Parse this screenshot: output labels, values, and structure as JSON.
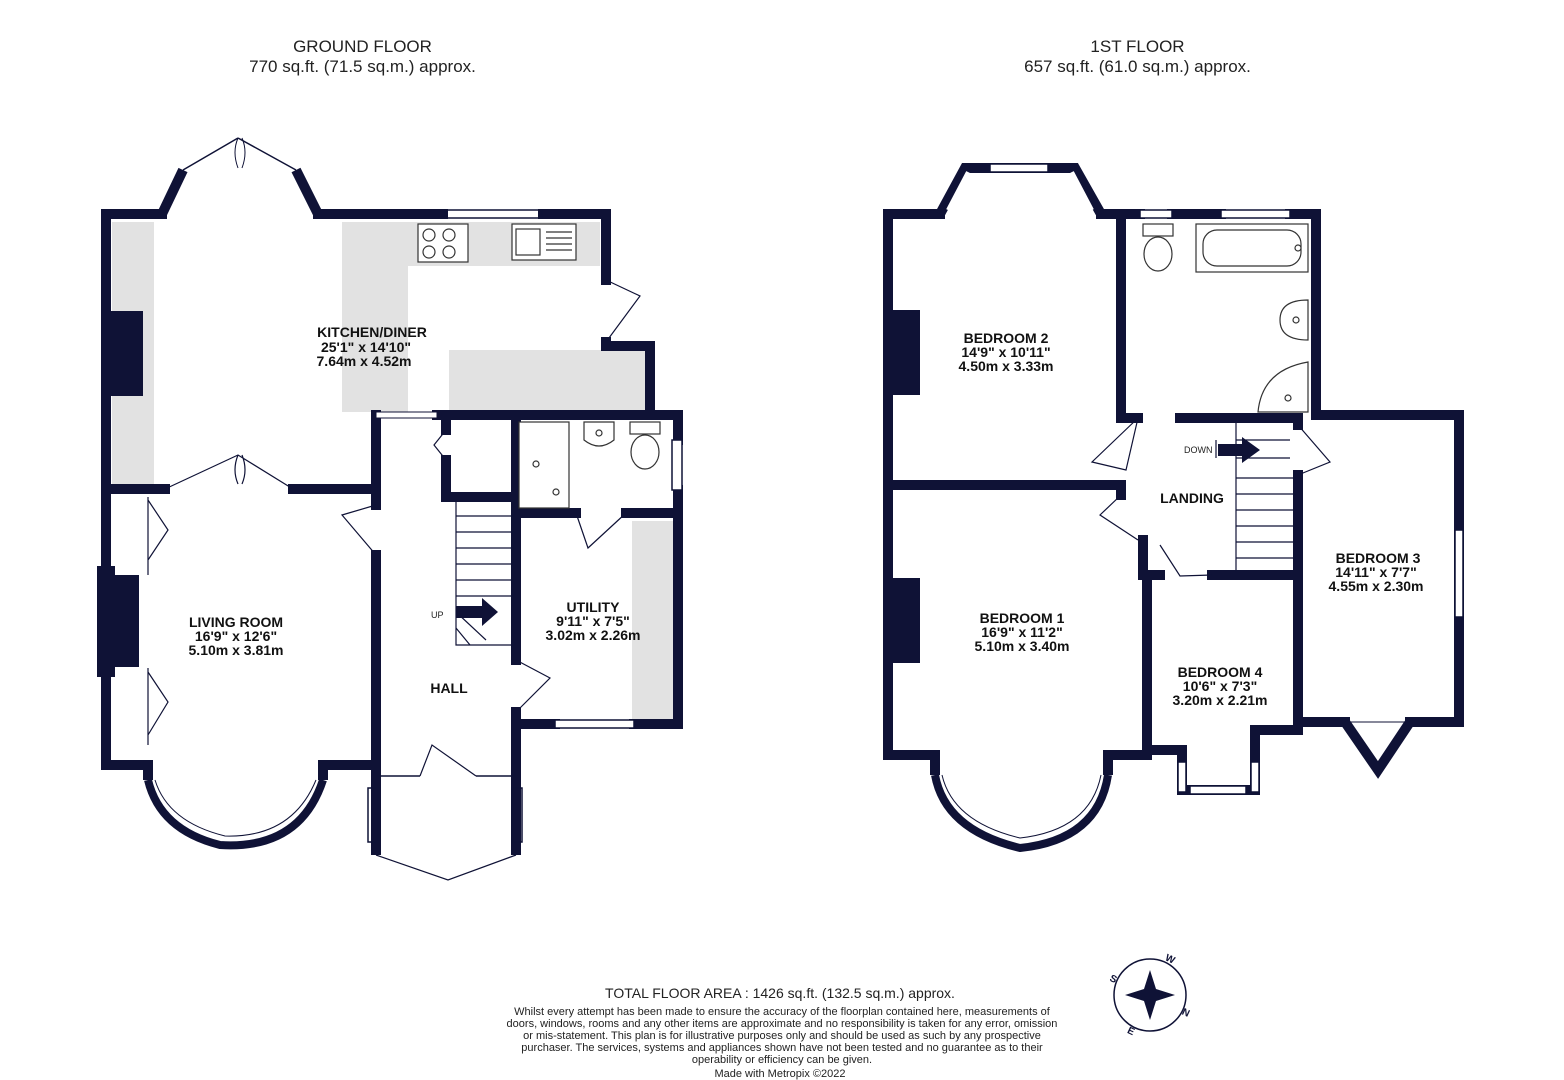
{
  "ground_floor": {
    "title": "GROUND FLOOR",
    "area": "770 sq.ft. (71.5 sq.m.) approx.",
    "rooms": {
      "kitchen": {
        "name": "KITCHEN/DINER",
        "imperial": "25'1\"  x 14'10\"",
        "metric": "7.64m  x 4.52m"
      },
      "living": {
        "name": "LIVING ROOM",
        "imperial": "16'9\"  x 12'6\"",
        "metric": "5.10m  x 3.81m"
      },
      "utility": {
        "name": "UTILITY",
        "imperial": "9'11\"  x 7'5\"",
        "metric": "3.02m  x 2.26m"
      },
      "hall": {
        "name": "HALL"
      }
    },
    "stairs_label": "UP"
  },
  "first_floor": {
    "title": "1ST FLOOR",
    "area": "657 sq.ft. (61.0 sq.m.) approx.",
    "rooms": {
      "bedroom2": {
        "name": "BEDROOM 2",
        "imperial": "14'9\"  x 10'11\"",
        "metric": "4.50m  x 3.33m"
      },
      "bedroom1": {
        "name": "BEDROOM 1",
        "imperial": "16'9\"  x 11'2\"",
        "metric": "5.10m  x 3.40m"
      },
      "bedroom3": {
        "name": "BEDROOM 3",
        "imperial": "14'11\"  x 7'7\"",
        "metric": "4.55m  x 2.30m"
      },
      "bedroom4": {
        "name": "BEDROOM 4",
        "imperial": "10'6\"  x 7'3\"",
        "metric": "3.20m  x 2.21m"
      },
      "landing": {
        "name": "LANDING"
      }
    },
    "stairs_label": "DOWN"
  },
  "compass": {
    "n": "N",
    "e": "E",
    "s": "S",
    "w": "W"
  },
  "footer": {
    "total": "TOTAL FLOOR AREA : 1426 sq.ft. (132.5 sq.m.) approx.",
    "disclaimer": "Whilst every attempt has been made to ensure the accuracy of the floorplan contained here, measurements of doors, windows, rooms and any other items are approximate and no responsibility is taken for any error, omission or mis-statement. This plan is for illustrative purposes only and should be used as such by any prospective purchaser. The services, systems and appliances shown have not been tested and no guarantee as to their operability or efficiency can be given.",
    "credit": "Made with Metropix ©2022"
  },
  "colors": {
    "wall": "#0f1236",
    "fitted": "#e2e2e2"
  }
}
